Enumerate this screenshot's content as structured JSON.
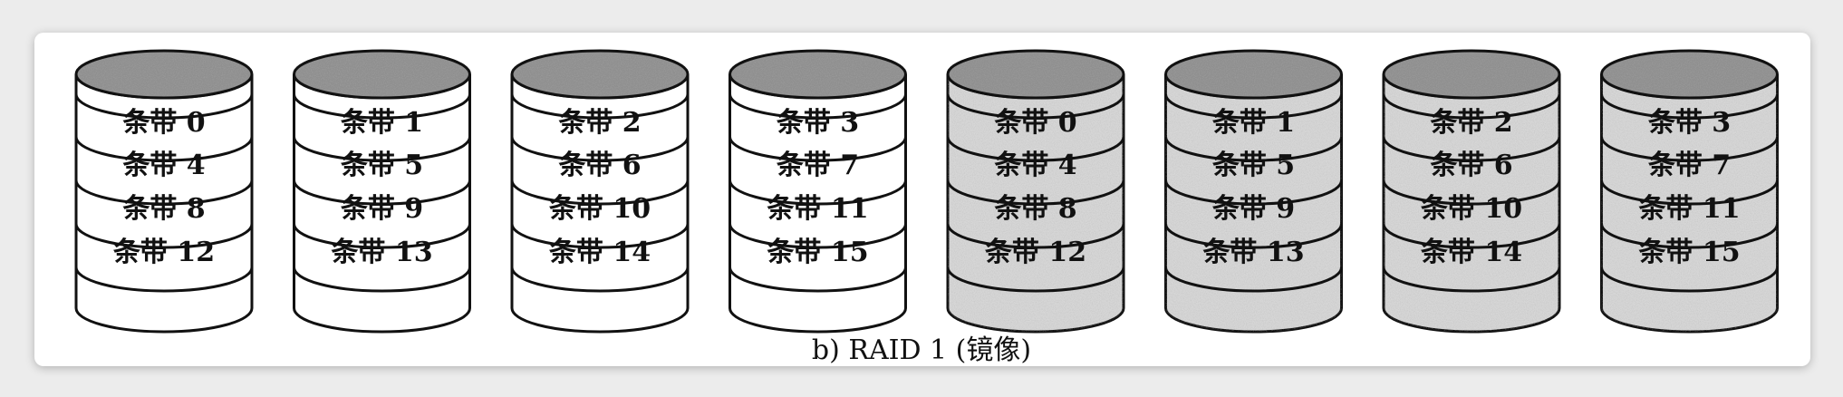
{
  "caption": "b) RAID 1 (镜像)",
  "stripe_prefix": "条带",
  "colors": {
    "plain_body": "#ffffff",
    "mirror_body": "#d6d6d6",
    "top": "#8f8f8f",
    "stroke": "#111111",
    "background": "#ececec"
  },
  "disks": [
    {
      "group": "data",
      "stripes": [
        "条带 0",
        "条带 4",
        "条带 8",
        "条带 12"
      ]
    },
    {
      "group": "data",
      "stripes": [
        "条带 1",
        "条带 5",
        "条带 9",
        "条带 13"
      ]
    },
    {
      "group": "data",
      "stripes": [
        "条带 2",
        "条带 6",
        "条带 10",
        "条带 14"
      ]
    },
    {
      "group": "data",
      "stripes": [
        "条带 3",
        "条带 7",
        "条带 11",
        "条带 15"
      ]
    },
    {
      "group": "mirror",
      "stripes": [
        "条带 0",
        "条带 4",
        "条带 8",
        "条带 12"
      ]
    },
    {
      "group": "mirror",
      "stripes": [
        "条带 1",
        "条带 5",
        "条带 9",
        "条带 13"
      ]
    },
    {
      "group": "mirror",
      "stripes": [
        "条带 2",
        "条带 6",
        "条带 10",
        "条带 14"
      ]
    },
    {
      "group": "mirror",
      "stripes": [
        "条带 3",
        "条带 7",
        "条带 11",
        "条带 15"
      ]
    }
  ]
}
